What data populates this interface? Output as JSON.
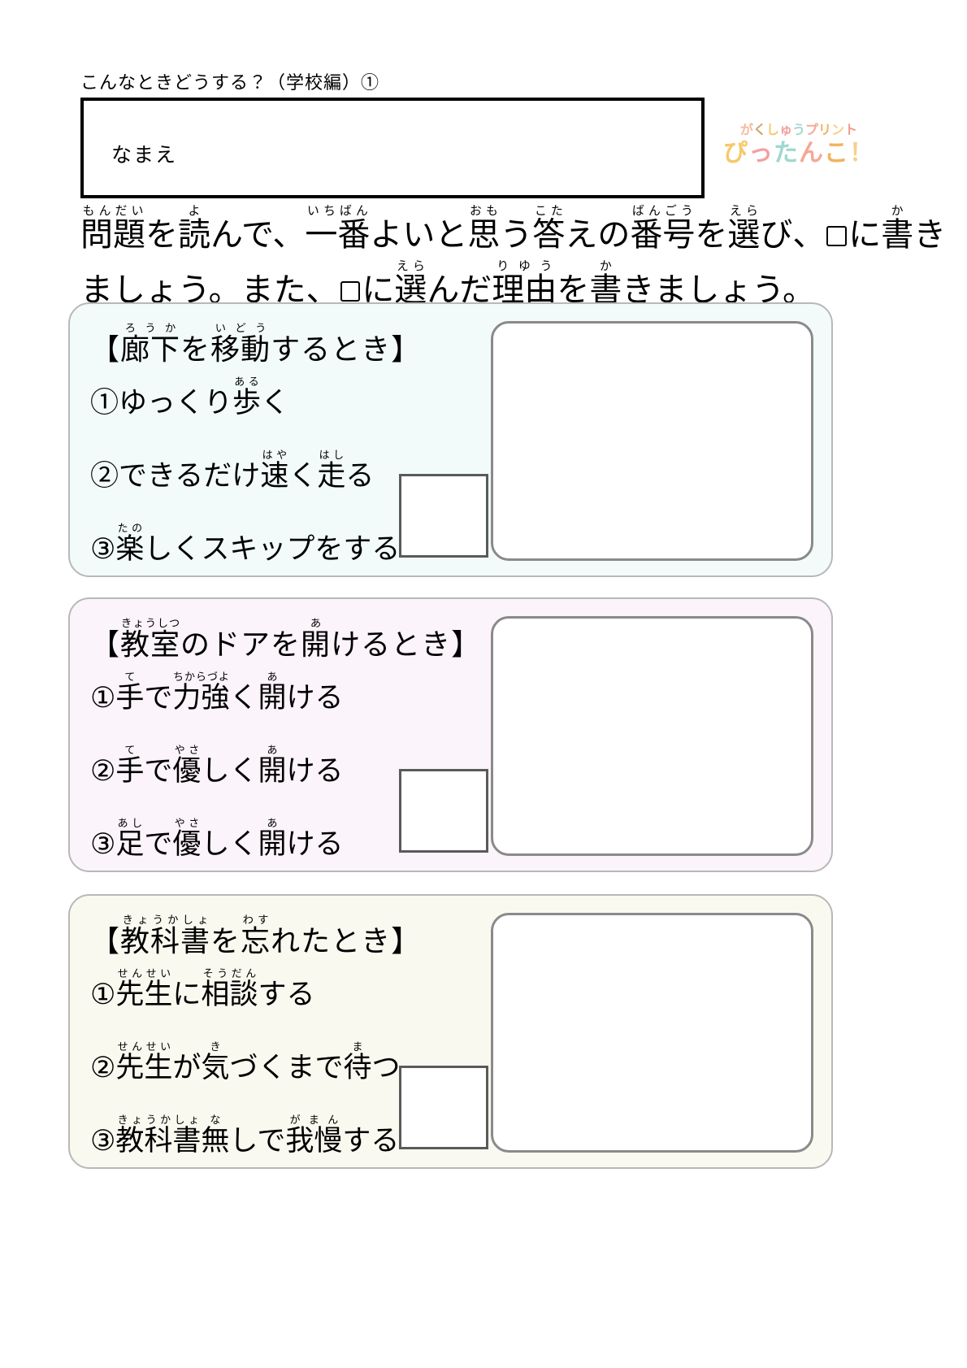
{
  "header": {
    "sheet_title": "こんなときどうする？（学校編）①",
    "name_label": "なまえ"
  },
  "logo": {
    "top_text": "がくしゅうプリント",
    "bottom_text": "ぴったんこ！",
    "colors": [
      "#f7b9a1",
      "#c8a76a",
      "#f6c96a",
      "#f2a0a0",
      "#9fd8cf",
      "#f4a896",
      "#f0b45c",
      "#f8d08a",
      "#f59b8c"
    ]
  },
  "instructions": {
    "line1": {
      "segments": [
        {
          "base": "問題",
          "ruby": "もんだい"
        },
        {
          "base": "を"
        },
        {
          "base": "読",
          "ruby": "よ"
        },
        {
          "base": "んで、"
        },
        {
          "base": "一番",
          "ruby": "いちばん"
        },
        {
          "base": "よいと"
        },
        {
          "base": "思",
          "ruby": "おも"
        },
        {
          "base": "う"
        },
        {
          "base": "答",
          "ruby": "こた"
        },
        {
          "base": "えの"
        },
        {
          "base": "番号",
          "ruby": "ばんごう"
        },
        {
          "base": "を"
        },
        {
          "base": "選",
          "ruby": "えら"
        },
        {
          "base": "び、"
        },
        {
          "base": "□",
          "box": true
        },
        {
          "base": "に"
        },
        {
          "base": "書",
          "ruby": "か"
        },
        {
          "base": "き"
        }
      ]
    },
    "line2": {
      "segments": [
        {
          "base": "ましょう。また、"
        },
        {
          "base": "□",
          "box": true
        },
        {
          "base": "に"
        },
        {
          "base": "選",
          "ruby": "えら"
        },
        {
          "base": "んだ"
        },
        {
          "base": "理由",
          "ruby": "りゆう"
        },
        {
          "base": "を"
        },
        {
          "base": "書",
          "ruby": "か"
        },
        {
          "base": "きましょう。"
        }
      ]
    }
  },
  "cards": [
    {
      "id": "card-1",
      "bg_color": "#f2fbfa",
      "heading": [
        {
          "base": "【"
        },
        {
          "base": "廊下",
          "ruby": "ろうか"
        },
        {
          "base": "を"
        },
        {
          "base": "移動",
          "ruby": "いどう"
        },
        {
          "base": "するとき】"
        }
      ],
      "options": [
        [
          {
            "base": "①ゆっくり"
          },
          {
            "base": "歩",
            "ruby": "ある"
          },
          {
            "base": "く"
          }
        ],
        [
          {
            "base": "②できるだけ"
          },
          {
            "base": "速",
            "ruby": "はや"
          },
          {
            "base": "く"
          },
          {
            "base": "走",
            "ruby": "はし"
          },
          {
            "base": "る"
          }
        ],
        [
          {
            "base": "③"
          },
          {
            "base": "楽",
            "ruby": "たの"
          },
          {
            "base": "しくスキップをする"
          }
        ]
      ]
    },
    {
      "id": "card-2",
      "bg_color": "#fbf4fa",
      "heading": [
        {
          "base": "【"
        },
        {
          "base": "教室",
          "ruby": "きょうしつ"
        },
        {
          "base": "のドアを"
        },
        {
          "base": "開",
          "ruby": "あ"
        },
        {
          "base": "けるとき】"
        }
      ],
      "options": [
        [
          {
            "base": "①"
          },
          {
            "base": "手",
            "ruby": "て"
          },
          {
            "base": "で"
          },
          {
            "base": "力強",
            "ruby": "ちからづよ"
          },
          {
            "base": "く"
          },
          {
            "base": "開",
            "ruby": "あ"
          },
          {
            "base": "ける"
          }
        ],
        [
          {
            "base": "②"
          },
          {
            "base": "手",
            "ruby": "て"
          },
          {
            "base": "で"
          },
          {
            "base": "優",
            "ruby": "やさ"
          },
          {
            "base": "しく"
          },
          {
            "base": "開",
            "ruby": "あ"
          },
          {
            "base": "ける"
          }
        ],
        [
          {
            "base": "③"
          },
          {
            "base": "足",
            "ruby": "あし"
          },
          {
            "base": "で"
          },
          {
            "base": "優",
            "ruby": "やさ"
          },
          {
            "base": "しく"
          },
          {
            "base": "開",
            "ruby": "あ"
          },
          {
            "base": "ける"
          }
        ]
      ]
    },
    {
      "id": "card-3",
      "bg_color": "#faf9f0",
      "heading": [
        {
          "base": "【"
        },
        {
          "base": "教科書",
          "ruby": "きょうかしょ"
        },
        {
          "base": "を"
        },
        {
          "base": "忘",
          "ruby": "わす"
        },
        {
          "base": "れたとき】"
        }
      ],
      "options": [
        [
          {
            "base": "①"
          },
          {
            "base": "先生",
            "ruby": "せんせい"
          },
          {
            "base": "に"
          },
          {
            "base": "相談",
            "ruby": "そうだん"
          },
          {
            "base": "する"
          }
        ],
        [
          {
            "base": "②"
          },
          {
            "base": "先生",
            "ruby": "せんせい"
          },
          {
            "base": "が"
          },
          {
            "base": "気",
            "ruby": "き"
          },
          {
            "base": "づくまで"
          },
          {
            "base": "待",
            "ruby": "ま"
          },
          {
            "base": "つ"
          }
        ],
        [
          {
            "base": "③"
          },
          {
            "base": "教科書",
            "ruby": "きょうかしょ"
          },
          {
            "base": "無",
            "ruby": "な"
          },
          {
            "base": "しで"
          },
          {
            "base": "我慢",
            "ruby": "がまん"
          },
          {
            "base": "する"
          }
        ]
      ]
    }
  ]
}
